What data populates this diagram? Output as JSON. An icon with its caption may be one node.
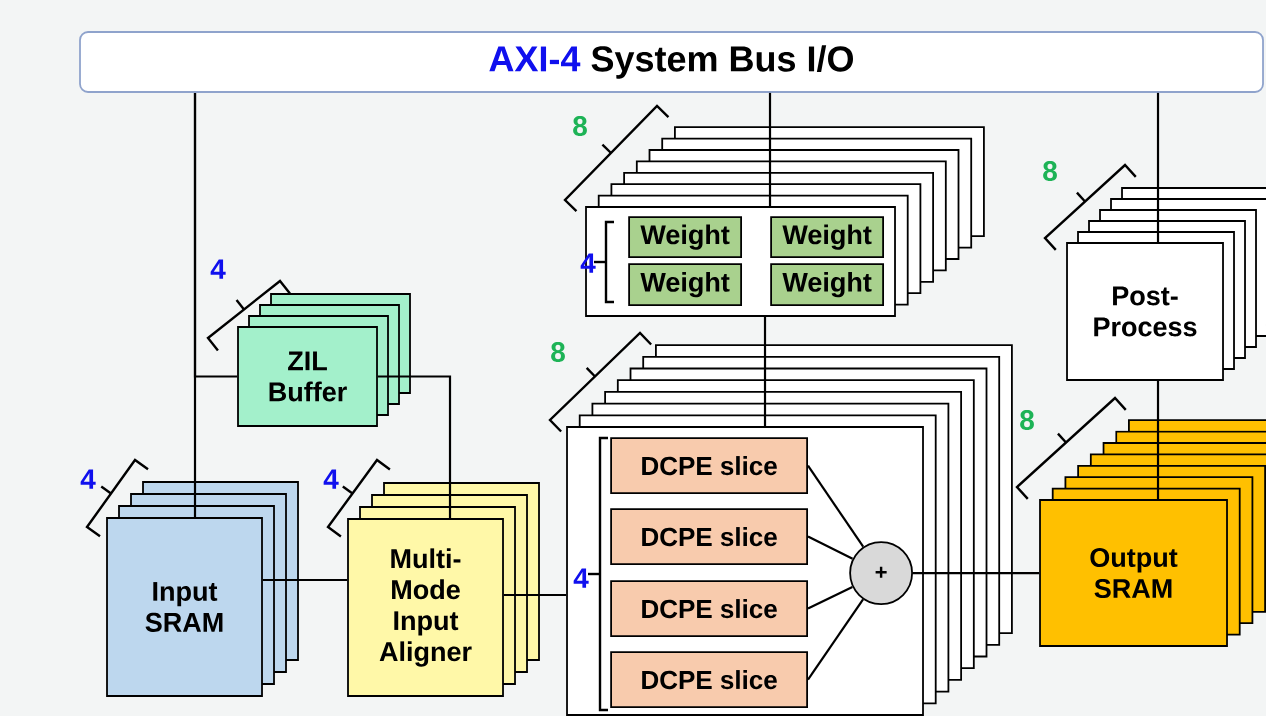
{
  "diagram": {
    "nodes": [
      {
        "text": [
          "AXI-4",
          "System Bus I/O"
        ]
      },
      {
        "text": [
          "ZIL Buffer"
        ]
      },
      {
        "text": [
          "Input SRAM"
        ]
      },
      {
        "text": [
          "Multi-Mode Input Aligner"
        ]
      },
      {
        "text": [],
        "shape": "box"
      },
      {
        "text": [
          "Weight"
        ],
        "in": 4
      },
      {
        "text": [
          "Weight"
        ],
        "in": 4
      },
      {
        "text": [
          "Weight"
        ],
        "in": 4
      },
      {
        "text": [
          "Weight"
        ],
        "in": 4
      },
      {
        "text": [],
        "shape": "box"
      },
      {
        "text": [
          "DCPE slice"
        ],
        "in": 9
      },
      {
        "text": [
          "DCPE slice"
        ],
        "in": 9
      },
      {
        "text": [
          "DCPE slice"
        ],
        "in": 9
      },
      {
        "text": [
          "DCPE slice"
        ],
        "in": 9
      },
      {
        "text": [
          "+"
        ],
        "in": 9
      },
      {
        "text": [
          "Post-Process"
        ]
      },
      {
        "text": [
          "Output SRAM"
        ]
      }
    ],
    "edges": [
      {
        "from": 0,
        "to": 2,
        "arrow": "none"
      },
      {
        "from": 0,
        "to": 1,
        "arrow": "none"
      },
      {
        "from": 1,
        "to": 3,
        "arrow": "none"
      },
      {
        "from": 2,
        "to": 3,
        "arrow": "none"
      },
      {
        "from": 3,
        "to": 9,
        "arrow": "none"
      },
      {
        "from": 0,
        "to": 4,
        "arrow": "none"
      },
      {
        "from": 4,
        "to": 9,
        "arrow": "none"
      },
      {
        "from": 10,
        "to": 14,
        "arrow": "none"
      },
      {
        "from": 11,
        "to": 14,
        "arrow": "none"
      },
      {
        "from": 12,
        "to": 14,
        "arrow": "none"
      },
      {
        "from": 13,
        "to": 14,
        "arrow": "none"
      },
      {
        "from": 14,
        "to": 16,
        "arrow": "none"
      },
      {
        "from": 0,
        "to": 15,
        "arrow": "none"
      },
      {
        "from": 15,
        "to": 16,
        "arrow": "none"
      }
    ],
    "labels": [
      "8",
      "8",
      "4",
      "4",
      "8",
      "8",
      "4",
      "4",
      "4"
    ]
  }
}
